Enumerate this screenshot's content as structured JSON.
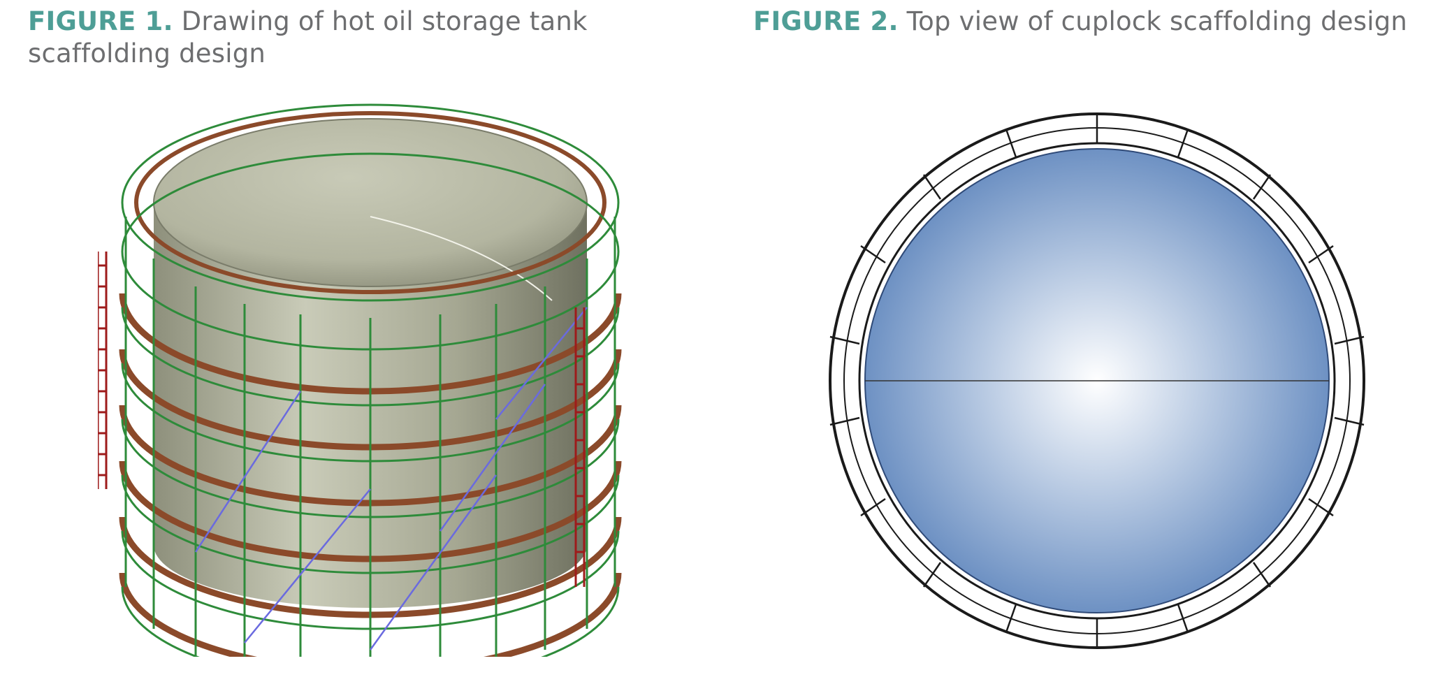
{
  "figure1": {
    "label": "FIGURE 1.",
    "caption": "Drawing of hot oil storage tank scaffolding design"
  },
  "figure2": {
    "label": "FIGURE 2.",
    "caption": "Top view of cuplock scaffolding design"
  },
  "colors": {
    "label_teal": "#4e9e96",
    "caption_gray": "#6d6e70",
    "tank_shell": "#b9bba6",
    "scaffold_green": "#2e8b3a",
    "plank_brown": "#8b4a2a",
    "ladder_red": "#9e1b1b",
    "brace_blue": "#6a6adf",
    "top_view_blue": "#5f86bd"
  }
}
